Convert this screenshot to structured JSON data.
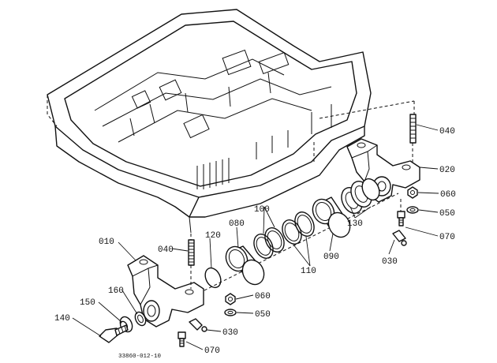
{
  "diagram": {
    "drawing_code": "33860-012-10",
    "labels": {
      "p010": "010",
      "p020": "020",
      "p030a": "030",
      "p030b": "030",
      "p040a": "040",
      "p040b": "040",
      "p050a": "050",
      "p050b": "050",
      "p060a": "060",
      "p060b": "060",
      "p070a": "070",
      "p070b": "070",
      "p080": "080",
      "p090": "090",
      "p100": "100",
      "p110": "110",
      "p120": "120",
      "p130": "130",
      "p140": "140",
      "p150": "150",
      "p160": "160"
    }
  }
}
